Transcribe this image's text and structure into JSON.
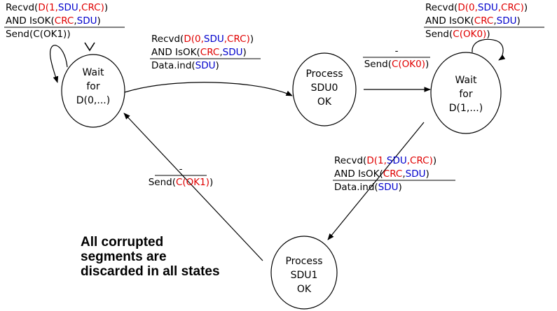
{
  "colors": {
    "red": "#e00000",
    "blue": "#0000cc",
    "black": "#000000"
  },
  "states": {
    "wait0": [
      "Wait",
      "for",
      "D(0,...)"
    ],
    "proc0": [
      "Process",
      "SDU0",
      "OK"
    ],
    "wait1": [
      "Wait",
      "for",
      "D(1,...)"
    ],
    "proc1": [
      "Process",
      "SDU1",
      "OK"
    ]
  },
  "labels": {
    "self_wait0": [
      [
        [
          "Recvd(",
          "k"
        ],
        [
          "D(1,",
          "r"
        ],
        [
          "SDU",
          "b"
        ],
        [
          ",",
          "r"
        ],
        [
          "CRC",
          "r"
        ],
        [
          ")",
          "r"
        ],
        [
          ")",
          "k"
        ]
      ],
      [
        [
          "AND IsOK(",
          "k"
        ],
        [
          "CRC",
          "r"
        ],
        [
          ",",
          "k"
        ],
        [
          "SDU",
          "b"
        ],
        [
          ")",
          "k"
        ]
      ],
      [
        [
          "Send(",
          "k"
        ],
        [
          "C(OK1)",
          "k"
        ],
        [
          ")",
          "k"
        ]
      ]
    ],
    "wait0_to_proc0": [
      [
        [
          "Recvd(",
          "k"
        ],
        [
          "D(0,",
          "r"
        ],
        [
          "SDU",
          "b"
        ],
        [
          ",",
          "r"
        ],
        [
          "CRC",
          "r"
        ],
        [
          ")",
          "r"
        ],
        [
          ")",
          "k"
        ]
      ],
      [
        [
          "AND IsOK(",
          "k"
        ],
        [
          "CRC",
          "r"
        ],
        [
          ",",
          "k"
        ],
        [
          "SDU",
          "b"
        ],
        [
          ")",
          "k"
        ]
      ],
      [
        [
          "Data.ind(",
          "k"
        ],
        [
          "SDU",
          "b"
        ],
        [
          ")",
          "k"
        ]
      ]
    ],
    "proc0_to_wait1": [
      [
        [
          "-",
          "k"
        ]
      ],
      [
        [
          "Send(",
          "k"
        ],
        [
          "C(OK0)",
          "r"
        ],
        [
          ")",
          "k"
        ]
      ]
    ],
    "self_wait1": [
      [
        [
          "Recvd(",
          "k"
        ],
        [
          "D(0,",
          "r"
        ],
        [
          "SDU",
          "b"
        ],
        [
          ",",
          "r"
        ],
        [
          "CRC",
          "r"
        ],
        [
          ")",
          "r"
        ],
        [
          ")",
          "k"
        ]
      ],
      [
        [
          "AND IsOK(",
          "k"
        ],
        [
          "CRC",
          "r"
        ],
        [
          ",",
          "k"
        ],
        [
          "SDU",
          "b"
        ],
        [
          ")",
          "k"
        ]
      ],
      [
        [
          "Send(",
          "k"
        ],
        [
          "C(OK0)",
          "r"
        ],
        [
          ")",
          "k"
        ]
      ]
    ],
    "wait1_to_proc1": [
      [
        [
          "Recvd(",
          "k"
        ],
        [
          "D(1,",
          "r"
        ],
        [
          "SDU",
          "b"
        ],
        [
          ",",
          "r"
        ],
        [
          "CRC",
          "r"
        ],
        [
          ")",
          "r"
        ],
        [
          ")",
          "k"
        ]
      ],
      [
        [
          "AND IsOK(",
          "k"
        ],
        [
          "CRC",
          "r"
        ],
        [
          ",",
          "k"
        ],
        [
          "SDU",
          "b"
        ],
        [
          ")",
          "k"
        ]
      ],
      [
        [
          "Data.ind(",
          "k"
        ],
        [
          "SDU",
          "b"
        ],
        [
          ")",
          "k"
        ]
      ]
    ],
    "proc1_to_wait0": [
      [
        [
          "-",
          "k"
        ]
      ],
      [
        [
          "Send(",
          "k"
        ],
        [
          "C(OK1)",
          "r"
        ],
        [
          ")",
          "k"
        ]
      ]
    ]
  },
  "note": [
    "All corrupted",
    "segments are",
    "discarded in all states"
  ]
}
